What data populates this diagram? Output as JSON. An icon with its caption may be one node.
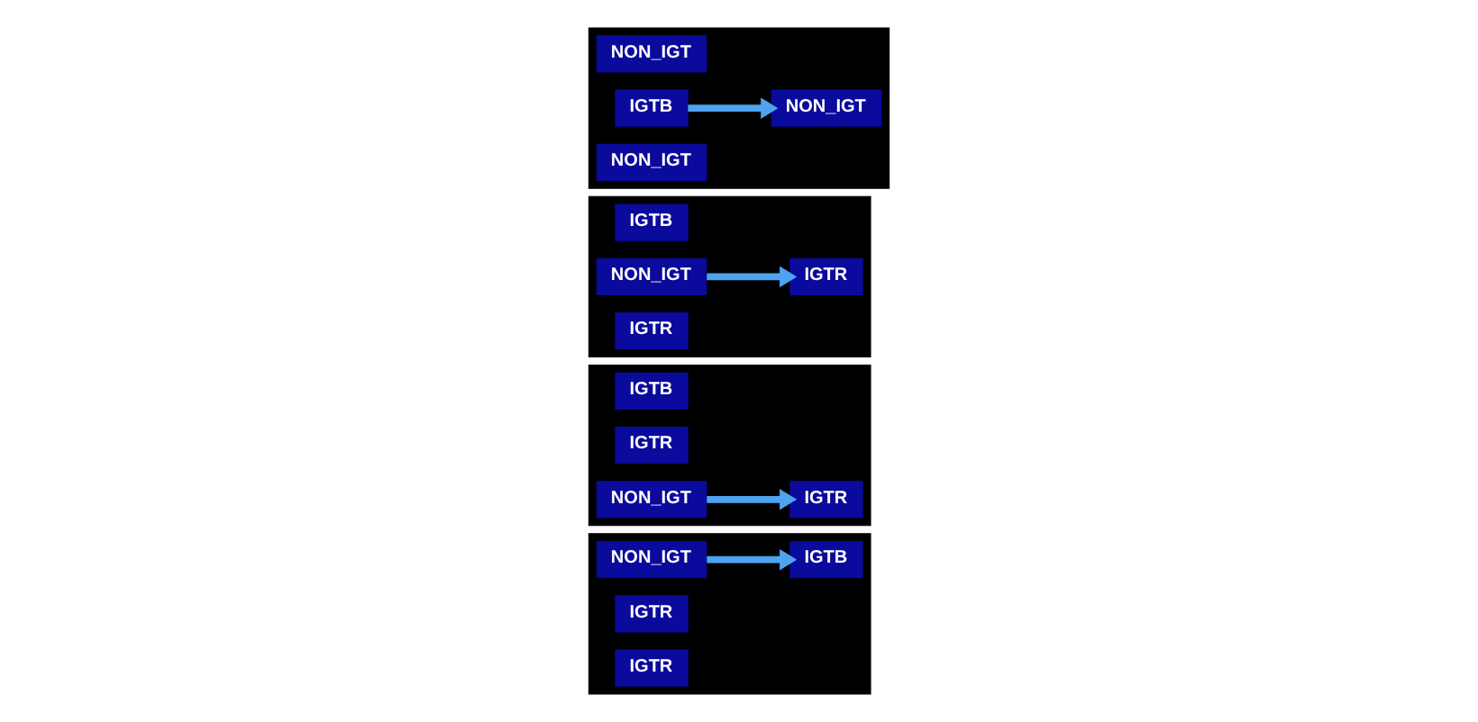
{
  "diagram": {
    "nodes": [
      {
        "text": [],
        "shape": "box"
      },
      {
        "text": [
          "NON_IGT"
        ],
        "in": 0
      },
      {
        "text": [
          "IGTB"
        ],
        "in": 0
      },
      {
        "text": [
          "IGTR"
        ],
        "in": 0
      },
      {
        "text": [
          "IGTR"
        ],
        "in": 0
      },
      {
        "text": [],
        "shape": "box"
      },
      {
        "text": [
          "IGTB"
        ],
        "in": 5
      },
      {
        "text": [
          "IGTR"
        ],
        "in": 5
      },
      {
        "text": [
          "NON_IGT"
        ],
        "in": 5
      },
      {
        "text": [
          "IGTR"
        ],
        "in": 5
      },
      {
        "text": [],
        "shape": "box"
      },
      {
        "text": [
          "IGTB"
        ],
        "in": 10
      },
      {
        "text": [
          "NON_IGT"
        ],
        "in": 10
      },
      {
        "text": [
          "IGTR"
        ],
        "in": 10
      },
      {
        "text": [
          "IGTR"
        ],
        "in": 10
      },
      {
        "text": [],
        "shape": "box"
      },
      {
        "text": [
          "NON_IGT"
        ],
        "in": 15
      },
      {
        "text": [
          "IGTB"
        ],
        "in": 15
      },
      {
        "text": [
          "NON_IGT"
        ],
        "in": 15
      },
      {
        "text": [
          "NON_IGT"
        ],
        "in": 15
      }
    ],
    "edges": [
      {
        "from": 1,
        "to": 2,
        "arrow": "to"
      },
      {
        "from": 8,
        "to": 9,
        "arrow": "to"
      },
      {
        "from": 12,
        "to": 13,
        "arrow": "to"
      },
      {
        "from": 17,
        "to": 18,
        "arrow": "to"
      }
    ]
  }
}
